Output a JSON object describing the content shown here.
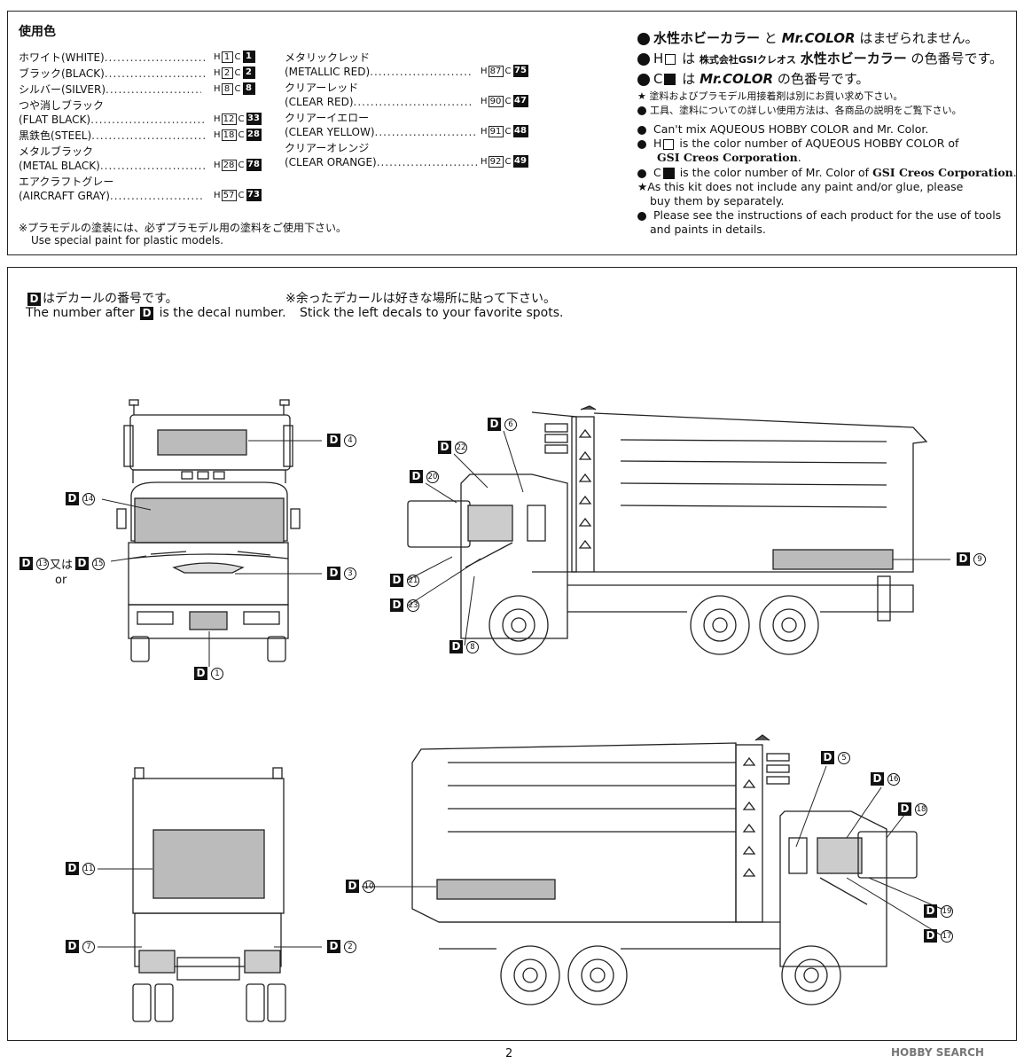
{
  "colors": {
    "title": "使用色",
    "left_list": [
      {
        "ja": "ホワイト",
        "en": "(WHITE)",
        "h": "1",
        "c": "1"
      },
      {
        "ja": "ブラック",
        "en": "(BLACK)",
        "h": "2",
        "c": "2"
      },
      {
        "ja": "シルバー",
        "en": "(SILVER)",
        "h": "8",
        "c": "8"
      },
      {
        "ja": "つや消しブラック",
        "en": "(FLAT BLACK)",
        "h": "12",
        "c": "33"
      },
      {
        "ja": "黒鉄色",
        "en": "(STEEL)",
        "h": "18",
        "c": "28"
      },
      {
        "ja": "メタルブラック",
        "en": "(METAL BLACK)",
        "h": "28",
        "c": "78"
      },
      {
        "ja": "エアクラフトグレー",
        "en": "(AIRCRAFT GRAY)",
        "h": "57",
        "c": "73"
      }
    ],
    "right_list": [
      {
        "ja": "メタリックレッド",
        "en": "(METALLIC RED)",
        "h": "87",
        "c": "75"
      },
      {
        "ja": "クリアーレッド",
        "en": "(CLEAR RED)",
        "h": "90",
        "c": "47"
      },
      {
        "ja": "クリアーイエロー",
        "en": "(CLEAR YELLOW)",
        "h": "91",
        "c": "48"
      },
      {
        "ja": "クリアーオレンジ",
        "en": "(CLEAR ORANGE)",
        "h": "92",
        "c": "49"
      }
    ],
    "h_prefix": "H",
    "c_prefix": "C",
    "note_ja": "※プラモデルの塗装には、必ずプラモデル用の塗料をご使用下さい。",
    "note_en": "Use special paint for plastic models."
  },
  "paint_info": {
    "line1_a": "水性ホビーカラー",
    "line1_b": "と",
    "line1_brand": "Mr.COLOR",
    "line1_c": "はまぜられません。",
    "line2_a": "H",
    "line2_b": "は",
    "line2_corp": "株式会社GSIクレオス",
    "line2_brand": "水性ホビーカラー",
    "line2_c": "の色番号です。",
    "line3_a": "C",
    "line3_b": "は",
    "line3_brand": "Mr.COLOR",
    "line3_c": "の色番号です。",
    "star1": "★ 塗料およびプラモデル用接着剤は別にお買い求め下さい。",
    "bullet1": "工具、塗料についての詳しい使用方法は、各商品の説明をご覧下さい。",
    "en1": "Can't mix AQUEOUS HOBBY COLOR and Mr. Color.",
    "en2_a": "H",
    "en2_b": "is the color number of AQUEOUS HOBBY COLOR of",
    "en2_corp": "GSI Creos Corporation",
    "en2_end": ".",
    "en3_a": "C",
    "en3_b": "is the color number of Mr. Color of",
    "en3_corp": "GSI Creos Corporation",
    "en3_end": ".",
    "en4a": "★As this kit does not include any paint and/or glue, please",
    "en4b": "buy them by separately.",
    "en5a": "Please see the instructions of each product for the use of tools",
    "en5b": "and paints in details."
  },
  "decals": {
    "head_ja_a": "D",
    "head_ja_b": "はデカールの番号です。",
    "head_en_a": "The number after",
    "head_en_b": "D",
    "head_en_c": "is the decal number.",
    "note_ja": "※余ったデカールは好きな場所に貼って下さい。",
    "note_en": "Stick the left decals to your favorite spots.",
    "prefix": "D",
    "or_text": "又は",
    "or_en": "or",
    "labels": {
      "d1": "1",
      "d2": "2",
      "d3": "3",
      "d4": "4",
      "d5": "5",
      "d6": "6",
      "d7": "7",
      "d8": "8",
      "d9": "9",
      "d10": "10",
      "d11": "11",
      "d13": "13",
      "d14": "14",
      "d15": "15",
      "d16": "16",
      "d17": "17",
      "d18": "18",
      "d19": "19",
      "d20": "20",
      "d21": "21",
      "d22": "22",
      "d23": "23"
    }
  },
  "page_number": "2",
  "watermark": "HOBBY SEARCH"
}
